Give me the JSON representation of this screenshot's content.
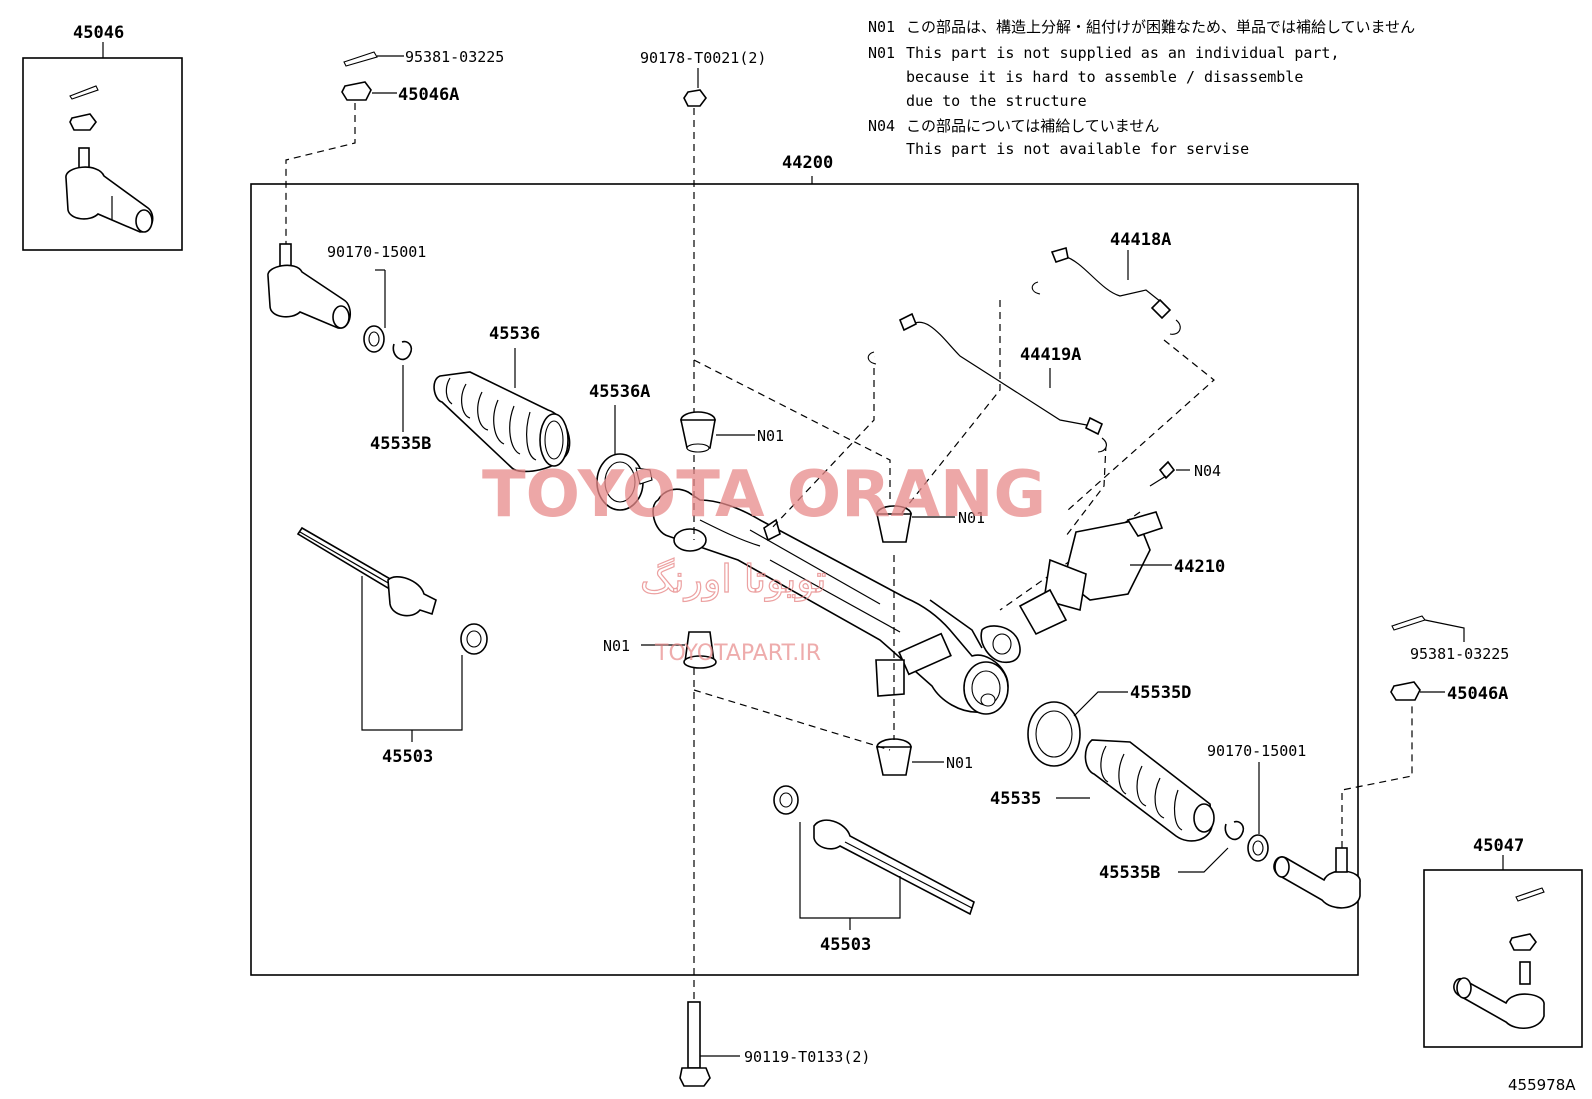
{
  "notes": {
    "n01_code": "N01",
    "n01_jp": "この部品は、構造上分解・組付けが困難なため、単品では補給していません",
    "n01_en_1": "This part is not supplied as an individual part,",
    "n01_en_2": "because it is hard to assemble / disassemble",
    "n01_en_3": "due to the structure",
    "n04_code": "N04",
    "n04_jp": "この部品については補給していません",
    "n04_en": "This part is not available for servise"
  },
  "labels": {
    "p45046": "45046",
    "p45047": "45047",
    "p95381_left": "95381-03225",
    "p45046a_left": "45046A",
    "p90178": "90178-T0021(2)",
    "p44200": "44200",
    "p90170_left": "90170-15001",
    "p45536": "45536",
    "p45535b_left": "45535B",
    "p45536a": "45536A",
    "p44418a": "44418A",
    "p44419a": "44419A",
    "n01_a": "N01",
    "n01_b": "N01",
    "n01_c": "N01",
    "n01_d": "N01",
    "n04": "N04",
    "p44210": "44210",
    "p45503_left": "45503",
    "p45503_right": "45503",
    "p95381_right": "95381-03225",
    "p45046a_right": "45046A",
    "p45535d": "45535D",
    "p90170_right": "90170-15001",
    "p45535": "45535",
    "p45535b_right": "45535B",
    "p90119": "90119-T0133(2)"
  },
  "watermark": {
    "brand": "TOYOTA ORANG",
    "persian": "تویوتا اورنگ",
    "url": "TOYOTAPART.IR"
  },
  "ref_code": "455978A"
}
